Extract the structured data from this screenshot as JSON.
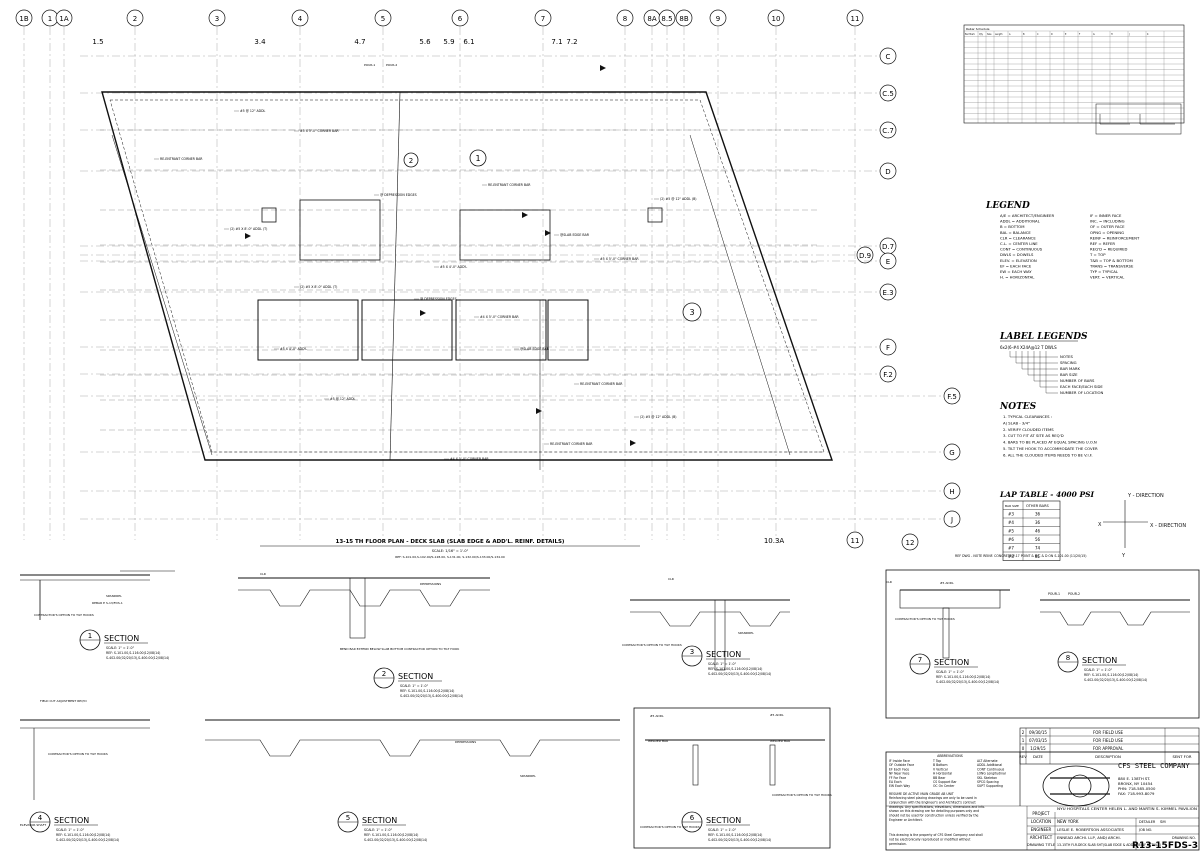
{
  "grid": {
    "columns": [
      "1B",
      "1",
      "1A",
      "2",
      "3",
      "4",
      "5",
      "6",
      "7",
      "8",
      "8A",
      "8.5",
      "8B",
      "9",
      "10",
      "11"
    ],
    "sub_columns": [
      "1.5",
      "3.4",
      "4.7",
      "5.6",
      "5.9",
      "6.1",
      "7.1",
      "7.2"
    ],
    "rows": [
      "C",
      "C.5",
      "C.7",
      "D",
      "D.7",
      "D.9",
      "E",
      "E.3",
      "F",
      "F.2",
      "F.5",
      "G",
      "H",
      "J"
    ],
    "bottom_labels": [
      "10.3A",
      "11",
      "12"
    ]
  },
  "plan": {
    "title": "13-15 TH FLOOR PLAN - DECK SLAB (SLAB EDGE & ADD'L. REINF. DETAILS)",
    "scale": "SCALE: 1/16\" = 1'-0\"",
    "ref": "REF: S-101.00,S-102.00/S-128.00, S-131.00, S-132.00/S-133.00/S-134.00",
    "notes_sample": [
      "#5 @ 12\" ADDL",
      "RE-ENTRANT CORNER BAR",
      "#5 X 5'-0\" CORNER BAR",
      "@ DEPRESSION EDGES",
      "@SLAB EDGE BAR",
      "#5 X 4'-0\" ADD'L",
      "(2) #5 X 8'-0\" ADDL (T)",
      "#4 X 5'-0\" CORNER BAR",
      "RE-ENTRANT CORNER BAR",
      "(2) #5 @ 12\" ADDL (B)"
    ],
    "markers": [
      "1",
      "2",
      "3"
    ]
  },
  "schedule": {
    "title": "Rebar Schedule",
    "headers": [
      "Bar Mark",
      "Qty",
      "Size",
      "Length",
      "A",
      "B",
      "C",
      "D",
      "E",
      "F",
      "G",
      "H",
      "J",
      "K"
    ]
  },
  "legend": {
    "title": "LEGEND",
    "left": [
      "A/E = ARCHITECT/ENGINEER",
      "ADDL = ADDITIONAL",
      "B = BOTTOM",
      "BAL = BALANCE",
      "CLR = CLEARANCE",
      "C.L. = CENTER LINE",
      "CONT = CONTINUOUS",
      "DWLS = DOWELS",
      "ELEV. = ELEVATION",
      "EF = EACH FACE",
      "EW = EACH WAY",
      "H. = HORIZONTAL"
    ],
    "right": [
      "IF = INNER FACE",
      "INC. = INCLUDING",
      "OF = OUTER FACE",
      "OPNG = OPENING",
      "REINF = REINFORCEMENT",
      "REF = REFER",
      "REQ'D = REQUIRED",
      "T = TOP",
      "T&B = TOP & BOTTOM",
      "TRANS = TRANSVERSE",
      "TYP = TYPICAL",
      "VERT. = VERTICAL"
    ]
  },
  "label_legend": {
    "title": "LABEL LEGENDS",
    "example": "6x2(6-#4 X24A@12 T DWLS",
    "items": [
      "NOTES",
      "SPACING",
      "BAR MARK",
      "BAR SIZE",
      "NUMBER OF BARS",
      "EACH FACE/EACH SIDE",
      "NUMBER OF LOCATION"
    ]
  },
  "notes": {
    "title": "NOTES",
    "items": [
      "1. TYPICAL CLEARANCES :",
      "A) SLAB - 3/4\"",
      "2. VERIFY CLOUDED ITEMS",
      "3. CUT TO FIT AT SITE AS REQ'D",
      "4. BARS TO BE PLACED AT EQUAL SPACING U.O.N",
      "5. TILT THE HOOK TO ACCOMMODATE THE COVER",
      "6. ALL THE CLOUDED ITEMS NEEDS TO BE V.I.F."
    ]
  },
  "lap_table": {
    "title": "LAP TABLE - 4000 PSI",
    "headers": [
      "BAR SIZE",
      "OTHER BARS"
    ],
    "rows": [
      [
        "#3",
        "36"
      ],
      [
        "#4",
        "36"
      ],
      [
        "#5",
        "46"
      ],
      [
        "#6",
        "56"
      ],
      [
        "#7",
        "74"
      ],
      [
        "#8",
        "81"
      ]
    ]
  },
  "axis_labels": {
    "y": "Y - DIRECTION",
    "x": "X - DIRECTION",
    "x_short": "X",
    "y_short": "Y"
  },
  "ref_dwg_note": "REF DWG - NOTE REINF. CONCRETE P-17 POINT & R/C & D ON S-101.00 (11/20/15)",
  "sections": [
    {
      "num": "1",
      "label": "SECTION",
      "scale": "SCALE: 1\" = 1'-0\"",
      "ref": "REF: S-101.00,S-116.00(12/08/14)",
      "ref2": "S-402.00(02/20/13),S-400.00(12/08/14)"
    },
    {
      "num": "2",
      "label": "SECTION",
      "scale": "SCALE: 1\" = 1'-0\"",
      "ref": "REF: S-101.00,S-116.00(12/08/14)",
      "ref2": "S-402.00(02/20/13),S-400.00(12/08/14)"
    },
    {
      "num": "3",
      "label": "SECTION",
      "scale": "SCALE: 1\" = 1'-0\"",
      "ref": "REF: S-101.00,S-116.00(12/08/14)",
      "ref2": "S-402.00(02/20/13),S-400.00(12/08/14)"
    },
    {
      "num": "4",
      "label": "SECTION",
      "scale": "SCALE: 1\" = 1'-0\"",
      "ref": "REF: S-101.00,S-116.00(12/08/14)",
      "ref2": "S-402.00(02/20/13),S-400.00(12/08/14)"
    },
    {
      "num": "5",
      "label": "SECTION",
      "scale": "SCALE: 1\" = 1'-0\"",
      "ref": "REF: S-101.00,S-116.00(12/08/14)",
      "ref2": "S-402.00(02/20/13),S-400.00(12/08/14)"
    },
    {
      "num": "6",
      "label": "SECTION",
      "scale": "SCALE: 1\" = 1'-0\"",
      "ref": "REF: S-101.00,S-116.00(12/08/14)",
      "ref2": "S-402.00(02/20/13),S-400.00(12/08/14)"
    },
    {
      "num": "7",
      "label": "SECTION",
      "scale": "SCALE: 1\" = 1'-0\"",
      "ref": "REF: S-101.00,S-116.00(12/08/14)",
      "ref2": "S-402.00(02/20/13),S-400.00(12/08/14)"
    },
    {
      "num": "8",
      "label": "SECTION",
      "scale": "SCALE: 1\" = 1'-0\"",
      "ref": "REF: S-101.00,S-116.00(12/08/14)",
      "ref2": "S-402.00(02/20/13),S-400.00(12/08/14)"
    }
  ],
  "section_notes": {
    "contractor_option": "CONTRACTOR'S OPTION TO TILT HOOKS",
    "spandrel": "SPANDREL",
    "clr": "CLR",
    "depressions": "DEPRESSIONS",
    "add_l": "#5 ADDL",
    "welded_bar": "WELDED BAR",
    "elevator_shaft": "ELEVATOR SHAFT",
    "field_cut": "FIELD CUT ADJUSTMENT REQ'D",
    "rebar_note": "REBAR E S-13/FDS-1",
    "bend_note": "BEND BAR EXTEND BELOW SLAB BOTTOM CONTRACTOR OPTION TO TILT HOOK"
  },
  "revisions": [
    {
      "rev": "2",
      "date": "09/30/15",
      "desc": "FOR FIELD USE"
    },
    {
      "rev": "1",
      "date": "07/03/15",
      "desc": "FOR FIELD USE"
    },
    {
      "rev": "0",
      "date": "1/29/15",
      "desc": "FOR APPROVAL"
    }
  ],
  "rev_headers": {
    "rev": "REV",
    "date": "DATE",
    "desc": "DESCRIPTION",
    "sent": "SENT FOR"
  },
  "abbreviations": {
    "title": "ABBREVIATIONS",
    "col1": [
      "IF Inside Face",
      "OF Outside Face",
      "EF Each Face",
      "NF Near Face",
      "FF Far Face",
      "EA Each",
      "EW Each Way"
    ],
    "col2": [
      "T Top",
      "B Bottom",
      "V Vertical",
      "H Horizontal",
      "BB Bear",
      "CS Support Bar",
      "OC On Center"
    ],
    "col3": [
      "ALT Alternate",
      "ADDL Additional",
      "CONT Continuous",
      "LONG Longitudinal",
      "SKL Skeleton",
      "SPCG Spacing",
      "SUPT Supporting"
    ]
  },
  "company": {
    "name": "CFS STEEL COMPANY",
    "addr1": "880 E. 138TH ST.",
    "addr2": "BRONX, NY 10454",
    "phone": "PHN: 718-585-0500",
    "fax": "FAX: 718-993-8079",
    "disclaimer": "Reinforcing steel placing drawings are only to be used in conjunction with the Engineer's and Architect's contract drawings. Any specifications, elevations, dimensions and info. shown on this drawing are for detailing purposes only and should not be used for construction unless verified by the Engineer or Architect.",
    "property": "This drawing is the property of CFS Steel Company and shall not be electronically reproduced or modified without permission.",
    "resume": "RESUME DE ACTIVE MAIN GRADE AB UNIT"
  },
  "title_block": {
    "project_label": "PROJECT",
    "project": "NYU HOSPITALS CENTER HELEN L. AND MARTIN S. KIMMEL PAVILION",
    "location_label": "LOCATION",
    "location": "NEW YORK",
    "engineer_label": "ENGINEER",
    "engineer": "LESLIE E. ROBERTSON ASSOCIATES",
    "architect_label": "ARCHITECT",
    "architect": "ENNEAD ARCHI. LLP, ANDJ ARCHI.",
    "drawing_title_label": "DRAWING TITLE",
    "drawing_title": "13-15TH FLR-DECK SLAB SHT(SLAB EDGE & ADD'L REINF DETAILS)",
    "detailer_label": "DETAILER",
    "detailer": "SM",
    "job_label": "JOB NO.",
    "drawing_no_label": "DRAWING NO.",
    "drawing_no": "R13-15FDS-3"
  },
  "pour_labels": [
    "POUR-1",
    "POUR-2"
  ]
}
